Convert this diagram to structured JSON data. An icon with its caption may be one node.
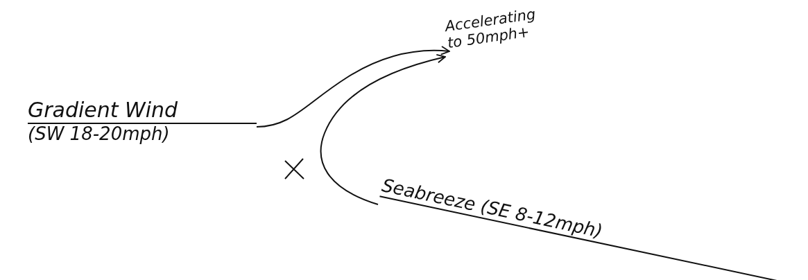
{
  "diagram": {
    "nodes": [
      {
        "text": [
          "Gradient Wind",
          "(SW 18-20mph)"
        ]
      },
      {
        "text": [
          "Seabreeze (SE 8-12mph)"
        ]
      },
      {
        "text": [
          "Accelerating to 50mph+"
        ]
      }
    ],
    "edges": [
      {
        "from": 0,
        "to": 2,
        "arrow": "to"
      },
      {
        "from": 1,
        "to": 2,
        "arrow": "to"
      }
    ]
  }
}
